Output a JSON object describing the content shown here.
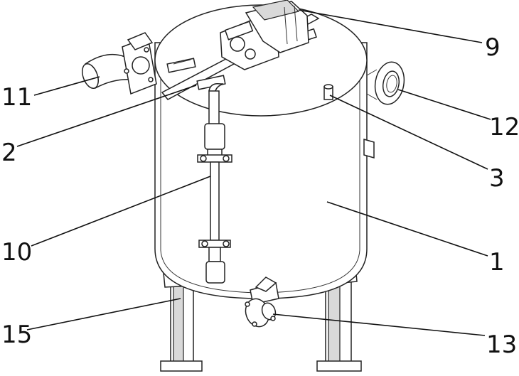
{
  "labels": {
    "tank_body": "1",
    "partition": "2",
    "top_port": "3",
    "motor": "9",
    "pipe": "10",
    "inlet_elbow": "11",
    "side_flange": "12",
    "outlet_valve": "13",
    "leg": "15"
  },
  "colors": {
    "line": "#111111",
    "shade": "#d9d9d9",
    "background": "#ffffff"
  }
}
